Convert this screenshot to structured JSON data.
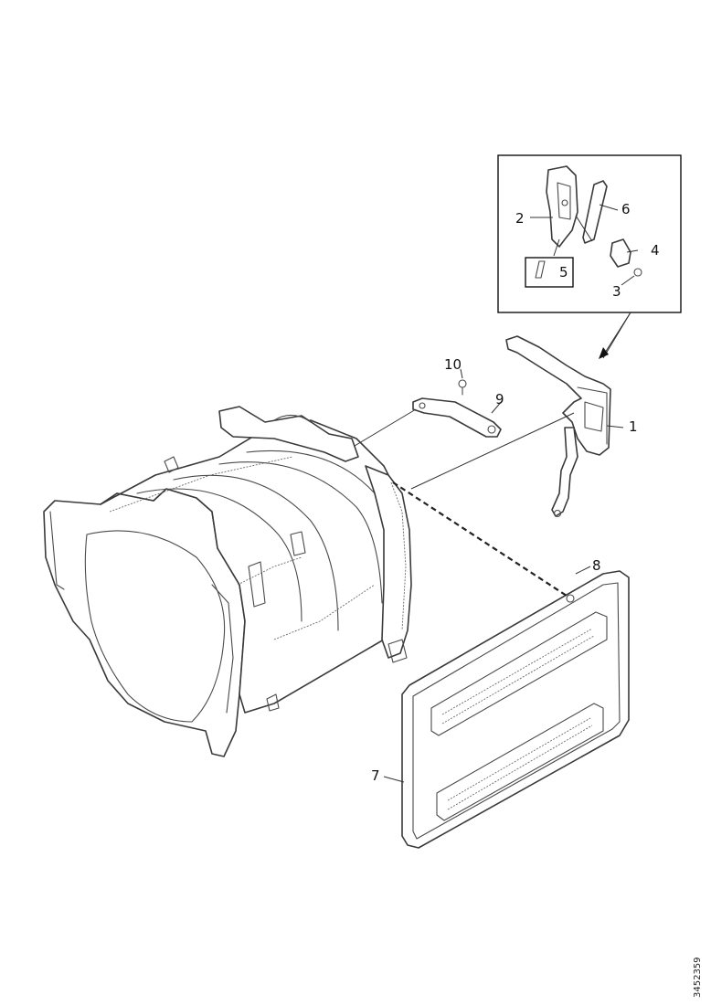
{
  "callouts": {
    "c1": "1",
    "c2": "2",
    "c3": "3",
    "c4": "4",
    "c5": "5",
    "c6": "6",
    "c7": "7",
    "c8": "8",
    "c9": "9",
    "c10": "10"
  },
  "drawing_number": "3452359"
}
